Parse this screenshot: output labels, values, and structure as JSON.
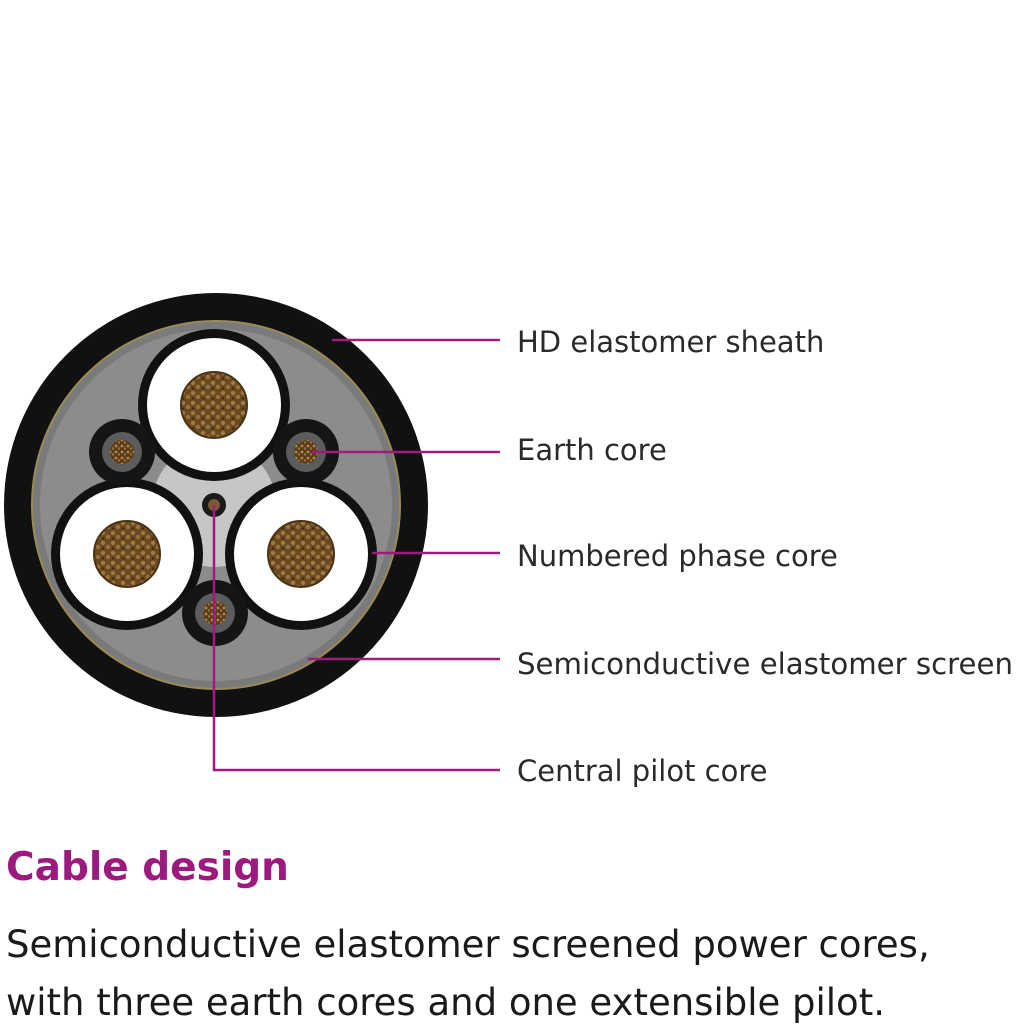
{
  "diagram": {
    "callouts": [
      {
        "label": "HD elastomer sheath"
      },
      {
        "label": "Earth core"
      },
      {
        "label": "Numbered phase core"
      },
      {
        "label": "Semiconductive elastomer screen"
      },
      {
        "label": "Central pilot core"
      }
    ],
    "colors": {
      "leader_line": "#a01a82",
      "sheath": "#111111",
      "screen": "#8c8c8c",
      "insulation": "#ffffff",
      "conductor": "#6b4a22"
    }
  },
  "section": {
    "heading": "Cable design",
    "description_line_1": "Semiconductive elastomer screened power cores,",
    "description_line_2": "with three earth cores and one extensible pilot."
  }
}
